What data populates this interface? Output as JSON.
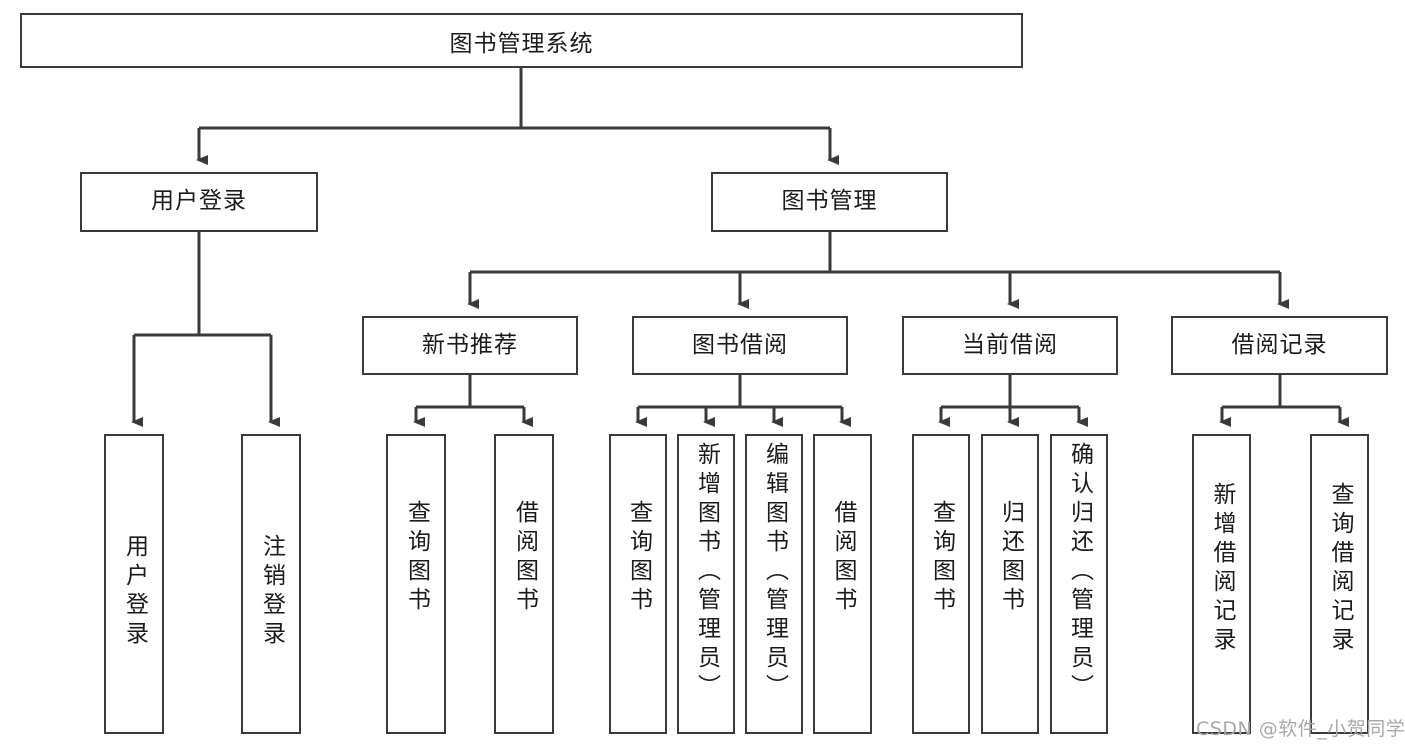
{
  "diagram": {
    "title": "图书管理系统",
    "type": "tree-hierarchy-chart",
    "root": {
      "label": "图书管理系统"
    },
    "level2": [
      {
        "label": "用户登录"
      },
      {
        "label": "图书管理"
      }
    ],
    "level3": [
      {
        "label": "新书推荐"
      },
      {
        "label": "图书借阅"
      },
      {
        "label": "当前借阅"
      },
      {
        "label": "借阅记录"
      }
    ],
    "leaves": {
      "user_login": [
        {
          "label": "用户登录"
        },
        {
          "label": "注销登录"
        }
      ],
      "new_book_recommend": [
        {
          "label": "查询图书"
        },
        {
          "label": "借阅图书"
        }
      ],
      "book_borrow": [
        {
          "label": "查询图书"
        },
        {
          "label": "新增图书（管理员）"
        },
        {
          "label": "编辑图书（管理员）"
        },
        {
          "label": "借阅图书"
        }
      ],
      "current_borrow": [
        {
          "label": "查询图书"
        },
        {
          "label": "归还图书"
        },
        {
          "label": "确认归还（管理员）"
        }
      ],
      "borrow_record": [
        {
          "label": "新增借阅记录"
        },
        {
          "label": "查询借阅记录"
        }
      ]
    }
  },
  "watermark": {
    "text": "CSDN @软件_小贺同学"
  },
  "colors": {
    "border": "#3a3a3a",
    "text": "#1b1b1b",
    "background": "#ffffff",
    "watermark": "#a8a8a8"
  }
}
